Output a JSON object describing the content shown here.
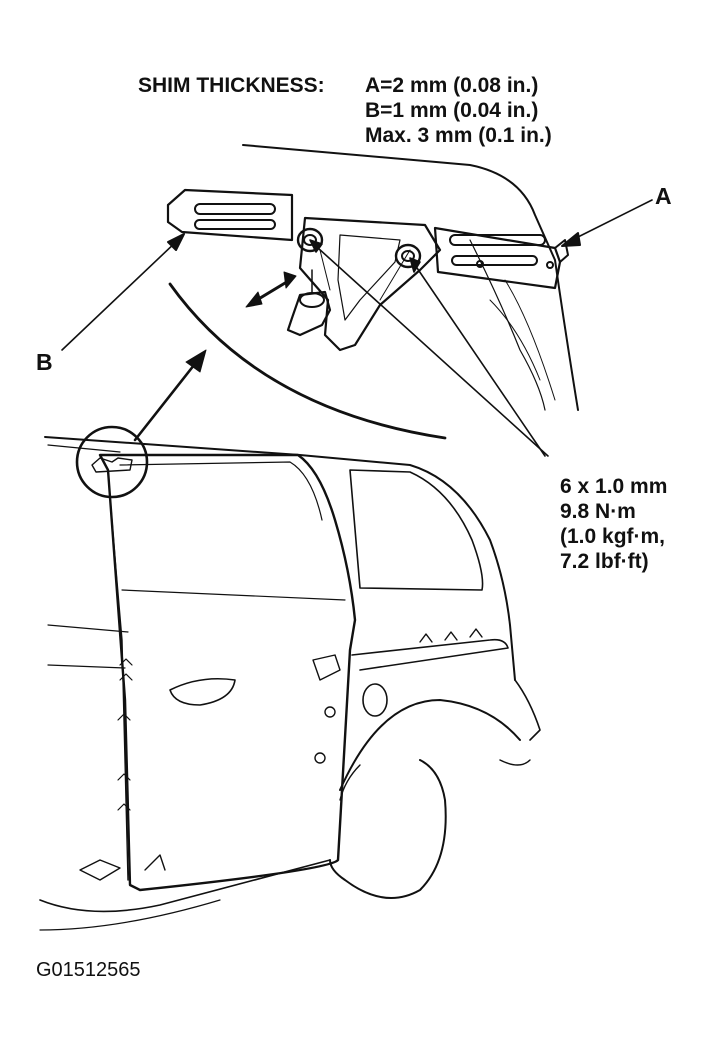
{
  "diagram": {
    "shim_heading": "SHIM THICKNESS:",
    "shim_lines": [
      "A=2 mm (0.08 in.)",
      "B=1 mm (0.04 in.)",
      "Max. 3 mm (0.1 in.)"
    ],
    "callout_a": "A",
    "callout_b": "B",
    "torque_lines": [
      "6 x 1.0 mm",
      "9.8 N·m",
      "(1.0 kgf·m,",
      "7.2 lbf·ft)"
    ],
    "figure_id": "G01512565",
    "line_color": "#111111",
    "background": "#ffffff",
    "icons": [
      "shim-a-icon",
      "shim-b-icon",
      "striker-bracket-icon",
      "bolt-icon",
      "adjust-arrow-icon",
      "van-body-icon",
      "sliding-door-icon",
      "rear-wheel-icon",
      "detail-circle-icon"
    ]
  }
}
